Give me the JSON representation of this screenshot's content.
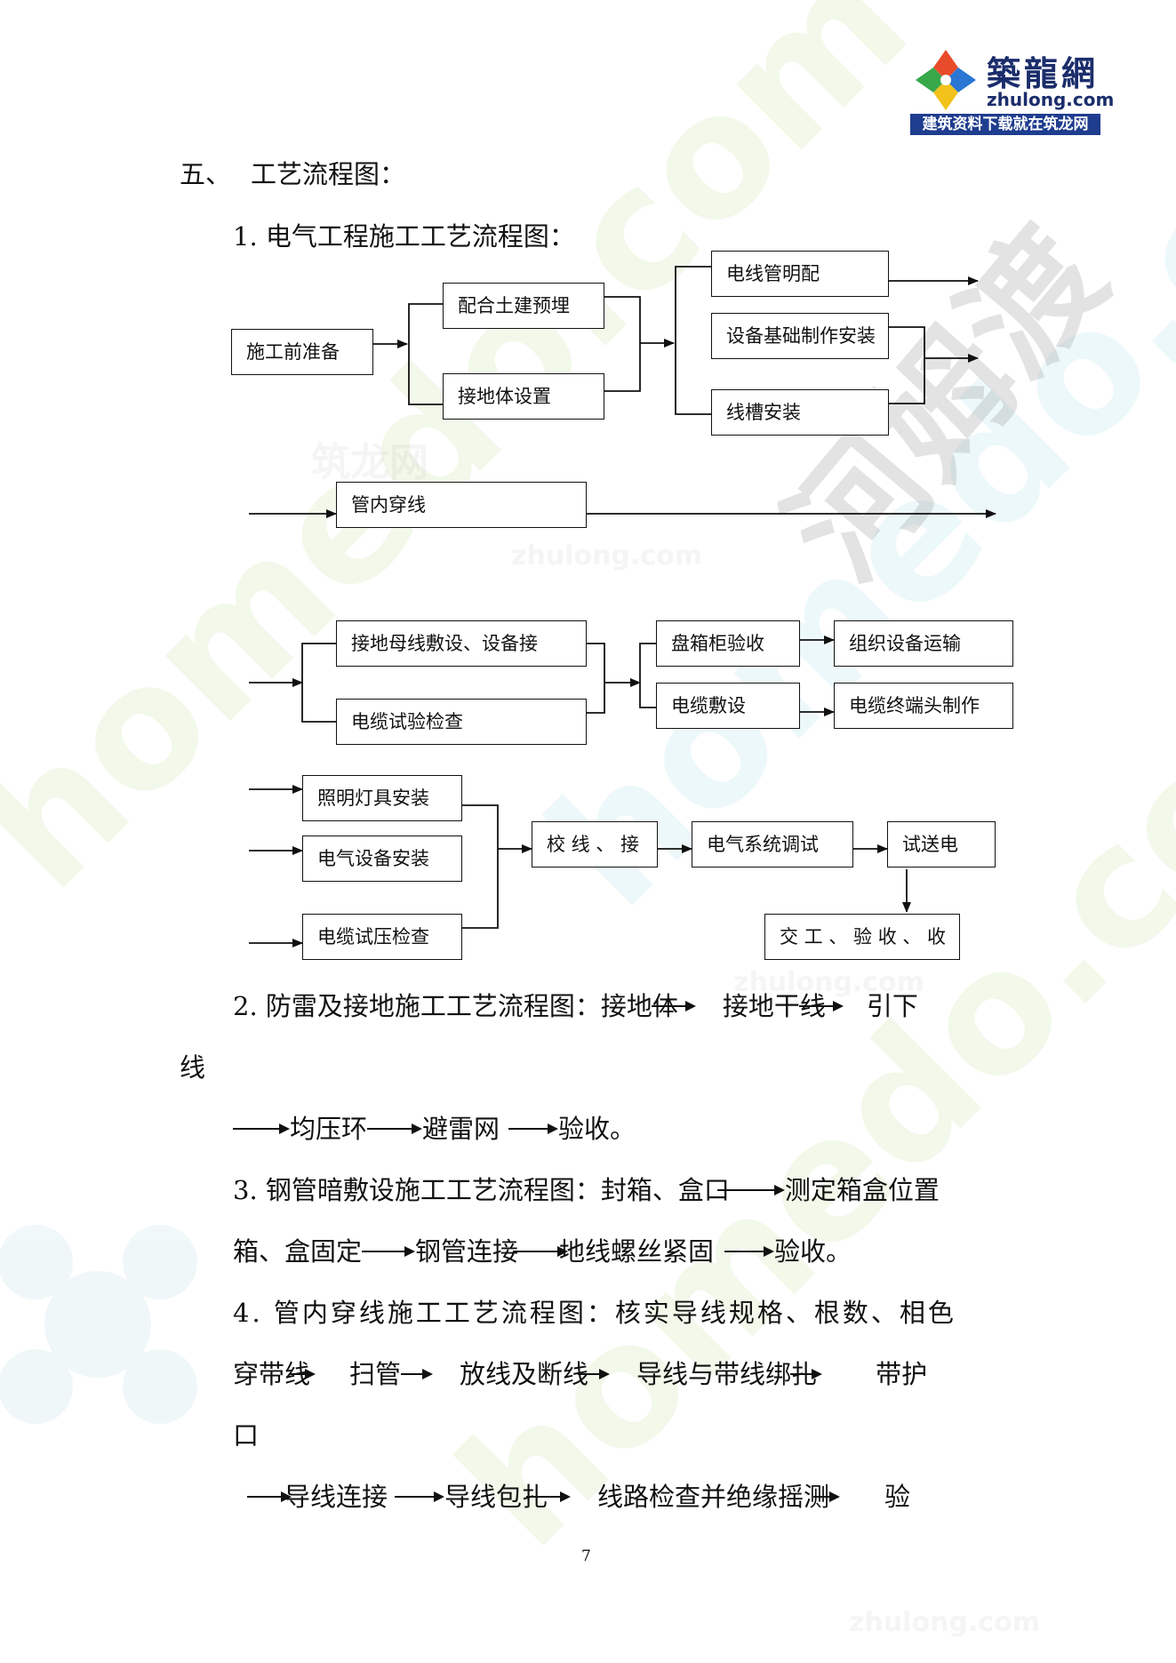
{
  "logo": {
    "cn": "築龍網",
    "en": "zhulong.com",
    "tagline": "建筑资料下载就在筑龙网"
  },
  "watermarks": {
    "homedo": "homedo.com",
    "hemudu": "河姆渡",
    "zhulong": "zhulong.com",
    "zhulong_cn": "筑龙网"
  },
  "section": {
    "number": "五、",
    "title": "工艺流程图："
  },
  "sub1": "1. 电气工程施工工艺流程图：",
  "flow": {
    "prep": "施工前准备",
    "civil": "配合土建预埋",
    "ground_body": "接地体设置",
    "conduit_exposed": "电线管明配",
    "equip_base": "设备基础制作安装",
    "trunking": "线槽安装",
    "wire_in_pipe": "管内穿线",
    "ground_bus": "接地母线敷设、设备接",
    "cable_test": "电缆试验检查",
    "cabinet_check": "盘箱柜验收",
    "equip_transport": "组织设备运输",
    "cable_lay": "电缆敷设",
    "cable_terminal": "电缆终端头制作",
    "lighting": "照明灯具安装",
    "elec_equip": "电气设备安装",
    "cable_pressure": "电缆试压检查",
    "calib": "校 线 、 接",
    "sys_debug": "电气系统调试",
    "trial_power": "试送电",
    "handover": "交 工 、 验 收 、 收"
  },
  "p2": {
    "prefix": "2. 防雷及接地施工工艺流程图：",
    "s1": "接地体",
    "s2": "接地干线",
    "s3": "引下",
    "l2": "线",
    "s4": "均压环",
    "s5": "避雷网",
    "s6": "验收。"
  },
  "p3": {
    "prefix": "3. 钢管暗敷设施工工艺流程图：",
    "s1": "封箱、盒口",
    "s2": "测定箱盒位置",
    "s3": "箱、盒固定",
    "s4": "钢管连接",
    "s5": "地线螺丝紧固",
    "s6": "验收。"
  },
  "p4": {
    "prefix": "4. 管内穿线施工工艺流程图：",
    "s1": "核实导线规格、根数、相色",
    "s2": "穿带线",
    "s3": "扫管",
    "s4": "放线及断线",
    "s5": "导线与带线绑扎",
    "s6": "带护",
    "l3": "口",
    "s7": "导线连接",
    "s8": "导线包扎",
    "s9": "线路检查并绝缘摇测",
    "s10": "验"
  },
  "page_number": "7"
}
